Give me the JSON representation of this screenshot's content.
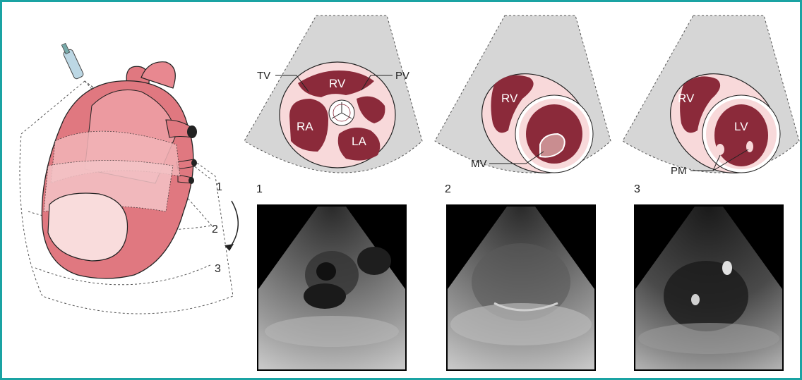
{
  "colors": {
    "border": "#1aa3a3",
    "heart_light": "#f0a3a8",
    "heart_mid": "#e07880",
    "chamber": "#8b2a3a",
    "wall": "#f8d9da",
    "sector": "#d6d6d6"
  },
  "heart_diagram": {
    "levels": [
      "1",
      "2",
      "3"
    ],
    "probe_icon": "ultrasound-probe-icon"
  },
  "panels": [
    {
      "number": "1",
      "chambers": [
        "RV",
        "RA",
        "LA"
      ],
      "callouts": [
        "TV",
        "PV"
      ]
    },
    {
      "number": "2",
      "chambers": [
        "RV"
      ],
      "callouts": [
        "MV"
      ]
    },
    {
      "number": "3",
      "chambers": [
        "RV",
        "LV"
      ],
      "callouts": [
        "PM"
      ]
    }
  ]
}
